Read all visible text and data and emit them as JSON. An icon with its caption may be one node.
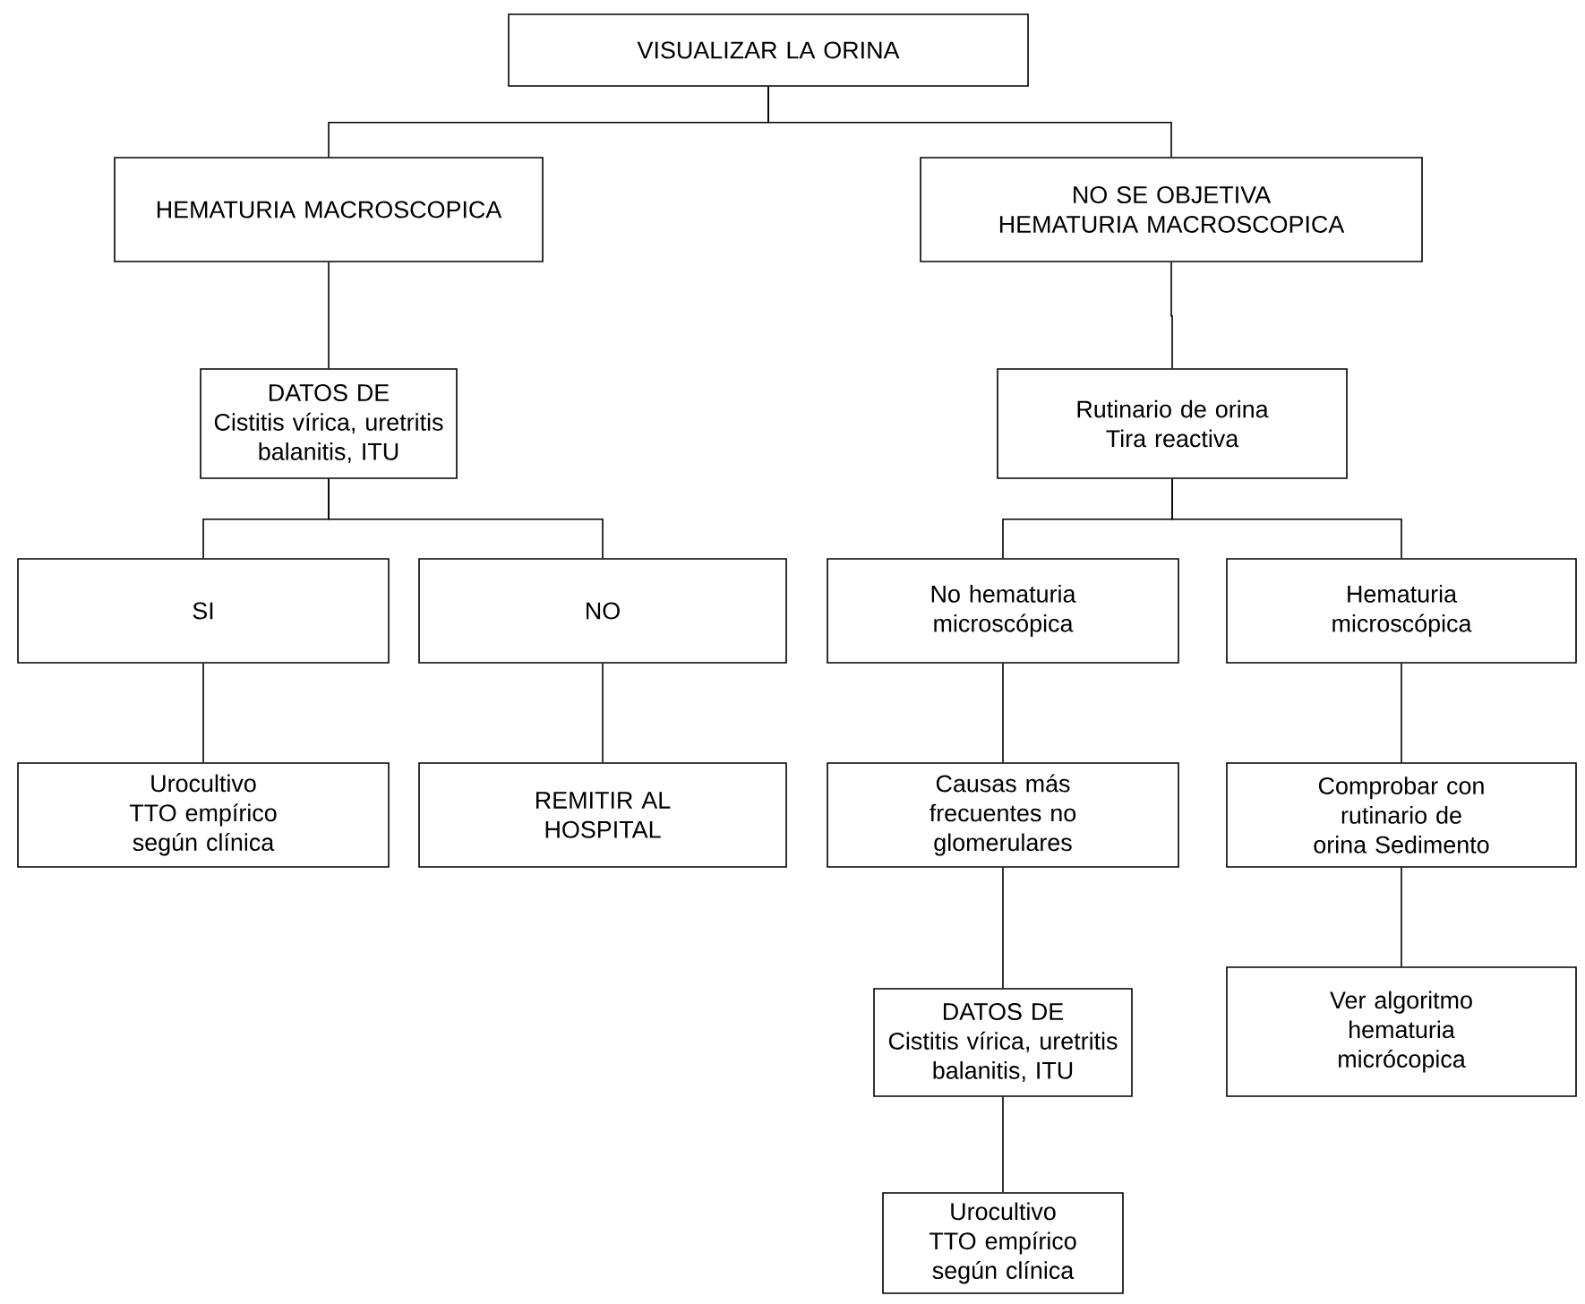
{
  "diagram": {
    "nodes": [
      {
        "text": [
          "VISUALIZAR LA ORINA"
        ]
      },
      {
        "text": [
          "HEMATURIA MACROSCOPICA"
        ]
      },
      {
        "text": [
          "NO SE OBJETIVA HEMATURIA MACROSCOPICA"
        ]
      },
      {
        "text": [
          "DATOS DE",
          "Cistitis vírica, uretritis balanitis, ITU"
        ]
      },
      {
        "text": [
          "Rutinario de orina Tira reactiva"
        ]
      },
      {
        "text": [
          "SI"
        ]
      },
      {
        "text": [
          "NO"
        ]
      },
      {
        "text": [
          "Urocultivo TTO empírico según clínica"
        ]
      },
      {
        "text": [
          "REMITIR AL HOSPITAL"
        ]
      },
      {
        "text": [
          "No hematuria microscópica"
        ]
      },
      {
        "text": [
          "Hematuria microscópica"
        ]
      },
      {
        "text": [
          "Causas más frecuentes no glomerulares"
        ]
      },
      {
        "text": [
          "Comprobar con rutinario de orina Sedimento"
        ]
      },
      {
        "text": [
          "DATOS DE",
          "Cistitis vírica, uretritis balanitis, ITU"
        ]
      },
      {
        "text": [
          "Ver algoritmo hematuria micrócopica"
        ]
      },
      {
        "text": [
          "Urocultivo TTO empírico según clínica"
        ]
      }
    ],
    "edges": [
      {
        "from": 0,
        "to": 1,
        "arrow": "none"
      },
      {
        "from": 0,
        "to": 2,
        "arrow": "none"
      },
      {
        "from": 1,
        "to": 3,
        "arrow": "none"
      },
      {
        "from": 2,
        "to": 4,
        "arrow": "none"
      },
      {
        "from": 3,
        "to": 5,
        "arrow": "none"
      },
      {
        "from": 3,
        "to": 6,
        "arrow": "none"
      },
      {
        "from": 5,
        "to": 7,
        "arrow": "none"
      },
      {
        "from": 6,
        "to": 8,
        "arrow": "none"
      },
      {
        "from": 4,
        "to": 9,
        "arrow": "none"
      },
      {
        "from": 4,
        "to": 10,
        "arrow": "none"
      },
      {
        "from": 9,
        "to": 11,
        "arrow": "none"
      },
      {
        "from": 10,
        "to": 12,
        "arrow": "none"
      },
      {
        "from": 11,
        "to": 13,
        "arrow": "none"
      },
      {
        "from": 12,
        "to": 14,
        "arrow": "none"
      },
      {
        "from": 13,
        "to": 15,
        "arrow": "none"
      }
    ]
  }
}
